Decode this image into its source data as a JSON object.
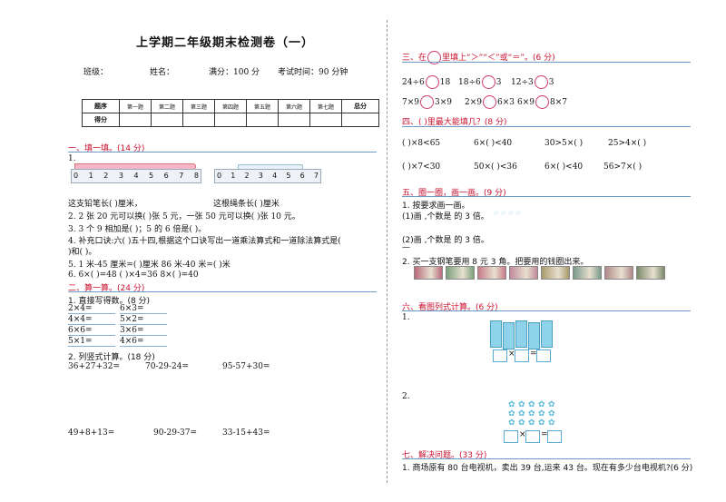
{
  "title": "上学期二年级期末检测卷（一）",
  "info": {
    "class": "班级：",
    "name": "姓名：",
    "score": "满分：100 分",
    "time": "考试时间：90 分钟"
  },
  "score_table": {
    "row1": [
      "题序",
      "第一题",
      "第二题",
      "第三题",
      "第四题",
      "第五题",
      "第六题",
      "第七题",
      "总分"
    ],
    "row2_label": "得分"
  },
  "s1": {
    "title": "一、填一填。",
    "pts": "(14 分)",
    "num1": "1.",
    "ruler_digits": [
      "0",
      "1",
      "2",
      "3",
      "4",
      "5",
      "6",
      "7",
      "8"
    ],
    "q1a": "这支铅笔长(      )厘米，",
    "q1b": "这根绳条长(      )厘米",
    "q2": "2. 2 张 20 元可以换(      )张 5 元，一张 50 元可以换(      )张 10 元。",
    "q3": "3. 3 个 9 相加是(      )；5 的 6 倍是(      )。",
    "q4a": "4. 补充口诀:六(      )五十四,根据这个口诀写出一道乘法算式和一道除法算式是(",
    "q4b": ")和(          )。",
    "q5": "5. 1 米-45 厘米=(      )厘米     86 米-40 米=(      )米",
    "q6": "6. 6×(      )=48       (      )×4=36       8×(      )=40"
  },
  "s2": {
    "title": "二、算一算。",
    "pts": "(24 分)",
    "sub1": "1. 直接写得数。(8 分)",
    "direct": [
      [
        "2×4=",
        "6×3="
      ],
      [
        "4×4=",
        "5×2="
      ],
      [
        "6×6=",
        "3×6="
      ],
      [
        "5×1=",
        "4×6="
      ]
    ],
    "sub2": "2. 列竖式计算。(18 分)",
    "vertical1": [
      "36+27+32=",
      "70-29-24=",
      "95-57+30="
    ],
    "vertical2": [
      "49+8+13=",
      "90-29-37=",
      "33-15+43="
    ]
  },
  "s3": {
    "title": "三、在",
    "title2": "里填上“＞”“＜”或“＝”。",
    "pts": "(6 分)",
    "row1": [
      [
        "24÷6",
        "18"
      ],
      [
        "18÷6",
        "3"
      ],
      [
        "12÷3",
        "3"
      ]
    ],
    "row2": [
      [
        "7×9",
        "3×9"
      ],
      [
        "2×9",
        "6×3"
      ],
      [
        "6×9",
        "8×7"
      ]
    ]
  },
  "s4": {
    "title": "四、(      )里最大能填几？",
    "pts": "(8 分)",
    "row1": [
      "(      )×8<65",
      "6×(      )<40",
      "30>5×(      )",
      "25>4×(      )"
    ],
    "row2": [
      "(      )×7<30",
      "50×(      )<36",
      "6×(      )<40",
      "56>7×(      )"
    ]
  },
  "s5": {
    "title": "五、圈一圈，画一画。",
    "pts": "(9 分)",
    "sub1": "1. 按要求画一画。",
    "a": "(1)画      ,个数是      的 3 倍。",
    "b": "(2)画      ,个数是      的 3 倍。",
    "dash": "—",
    "sub2": "2. 买一支钢笔要用 8 元 3 角。把要用的钱圈出来。"
  },
  "s6": {
    "title": "六、看图列式计算。",
    "pts": "(6 分)",
    "n1": "1.",
    "n2": "2.",
    "times": "×",
    "eq": "="
  },
  "s7": {
    "title": "七、解决问题。",
    "pts": "(33 分)",
    "q1": "1. 商场原有 80 台电视机，卖出 39 台,运来 43 台。现在有多少台电视机?(6 分)"
  },
  "colors": {
    "section_red": "#c8102e",
    "cube_blue": "#8fd3ea",
    "star_blue": "#59b9d9"
  }
}
